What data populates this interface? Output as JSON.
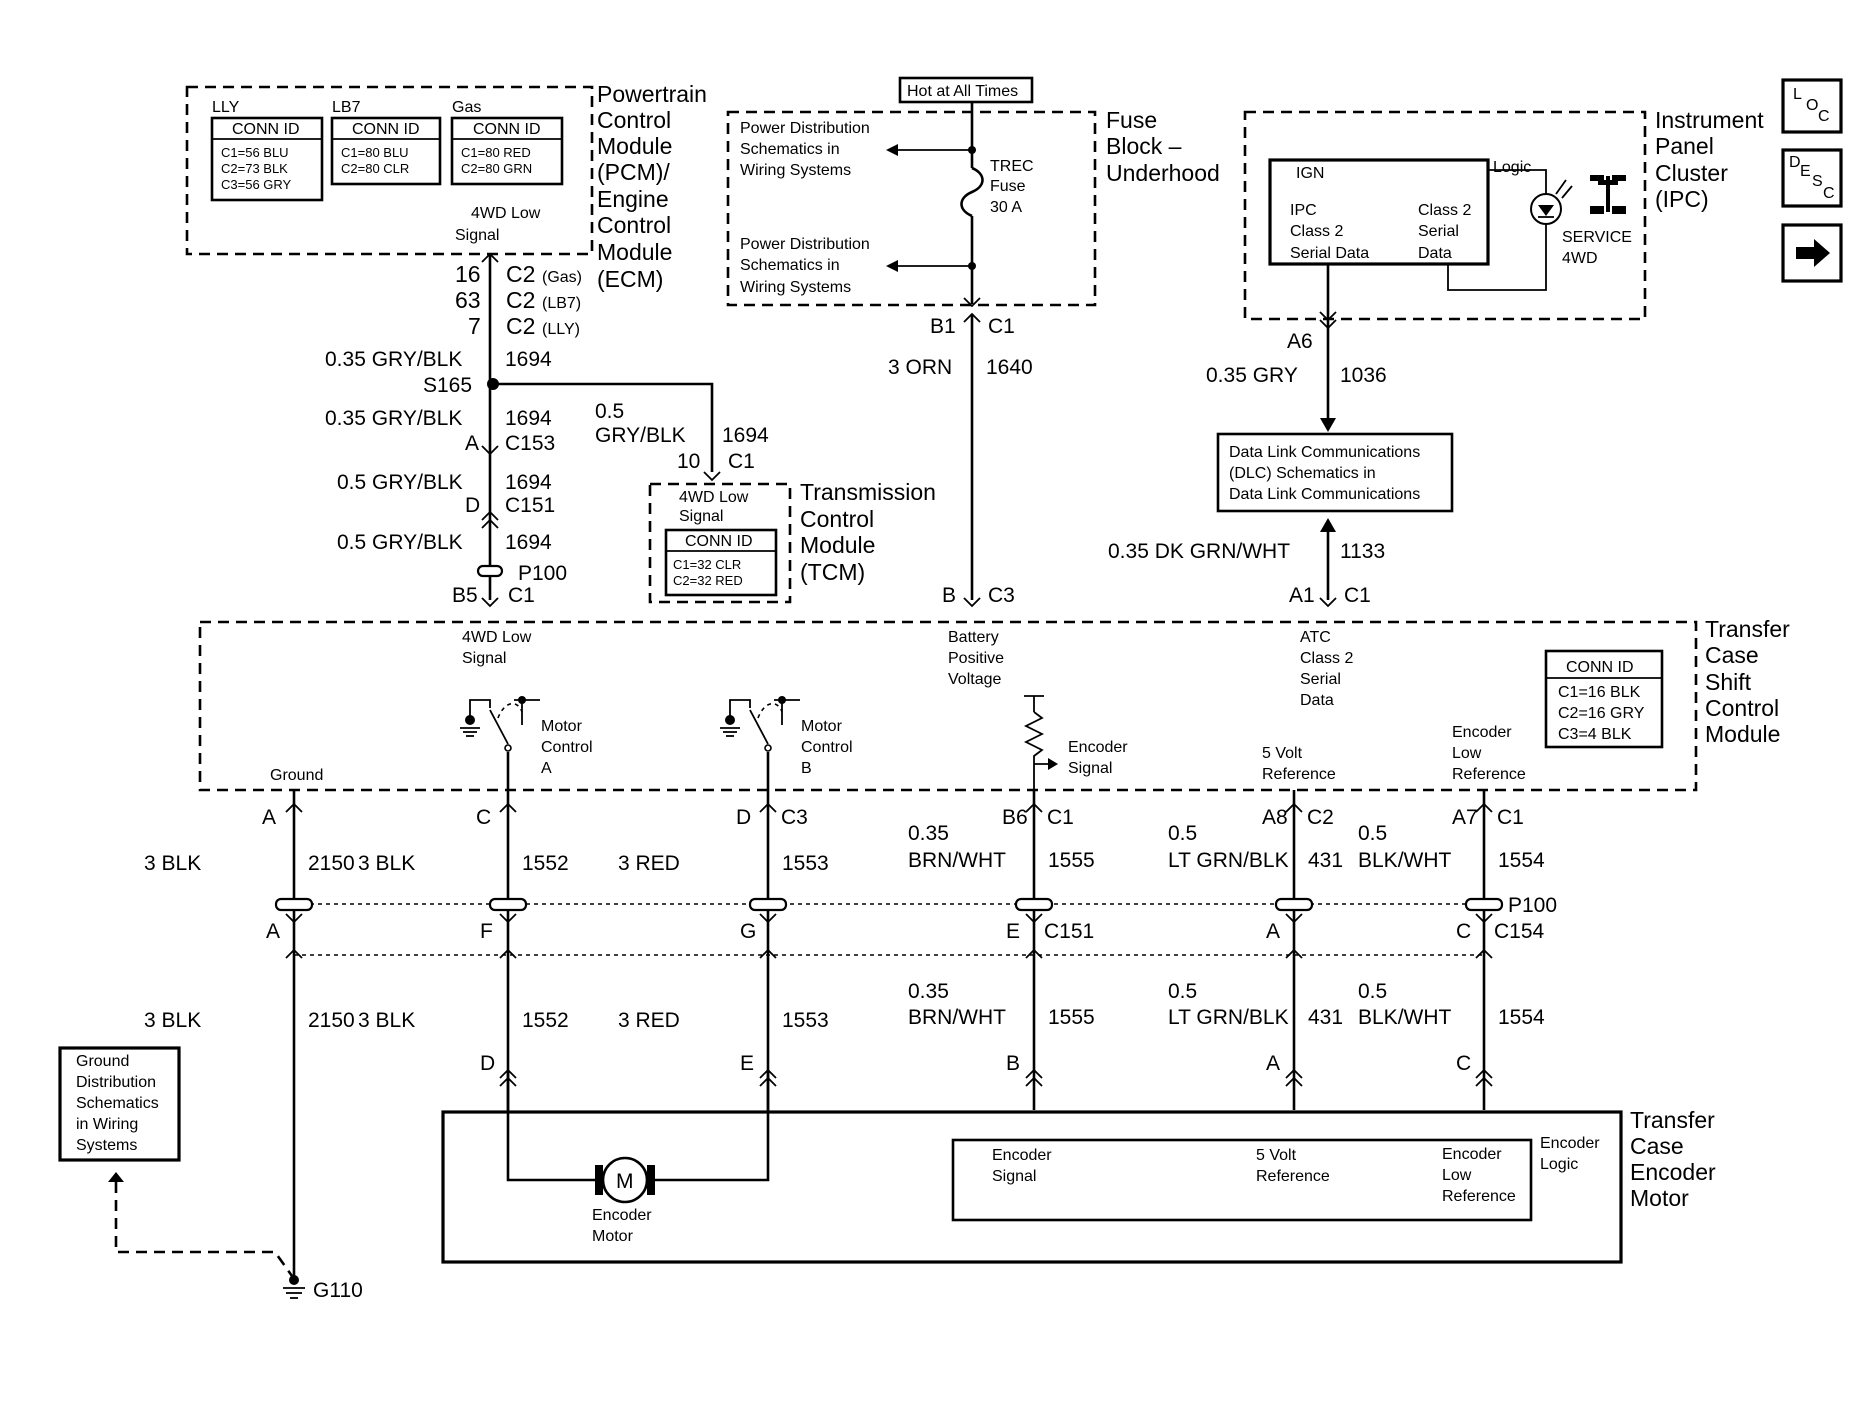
{
  "modules": {
    "pcm": {
      "title": [
        "Powertrain",
        "Control",
        "Module",
        "(PCM)/",
        "Engine",
        "Control",
        "Module",
        "(ECM)"
      ],
      "signal": [
        "4WD Low",
        "Signal"
      ],
      "variants": [
        {
          "name": "LLY",
          "header": "CONN ID",
          "lines": [
            "C1=56 BLU",
            "C2=73 BLK",
            "C3=56 GRY"
          ]
        },
        {
          "name": "LB7",
          "header": "CONN ID",
          "lines": [
            "C1=80 BLU",
            "C2=80 CLR"
          ]
        },
        {
          "name": "Gas",
          "header": "CONN ID",
          "lines": [
            "C1=80 RED",
            "C2=80 GRN"
          ]
        }
      ]
    },
    "fuse_block": {
      "title": [
        "Fuse",
        "Block –",
        "Underhood"
      ],
      "hot": "Hot at All Times",
      "ref_top": [
        "Power Distribution",
        "Schematics in",
        "Wiring Systems"
      ],
      "ref_bottom": [
        "Power Distribution",
        "Schematics in",
        "Wiring Systems"
      ],
      "fuse": [
        "TREC",
        "Fuse",
        "30 A"
      ]
    },
    "ipc": {
      "title": [
        "Instrument",
        "Panel",
        "Cluster",
        "(IPC)"
      ],
      "ign": "IGN",
      "logic": "Logic",
      "left": [
        "IPC",
        "Class 2",
        "Serial Data"
      ],
      "right": [
        "Class 2",
        "Serial",
        "Data"
      ],
      "lamp": [
        "SERVICE",
        "4WD"
      ]
    },
    "tcm": {
      "title": [
        "Transmission",
        "Control",
        "Module",
        "(TCM)"
      ],
      "signal": [
        "4WD Low",
        "Signal"
      ],
      "header": "CONN ID",
      "lines": [
        "C1=32 CLR",
        "C2=32 RED"
      ]
    },
    "dlc": {
      "lines": [
        "Data Link Communications",
        "(DLC) Schematics in",
        "Data Link Communications"
      ]
    },
    "tcscm": {
      "title": [
        "Transfer",
        "Case",
        "Shift",
        "Control",
        "Module"
      ],
      "header": "CONN ID",
      "lines": [
        "C1=16 BLK",
        "C2=16 GRY",
        "C3=4 BLK"
      ],
      "labels": {
        "signal": [
          "4WD Low",
          "Signal"
        ],
        "battery": [
          "Battery",
          "Positive",
          "Voltage"
        ],
        "atc": [
          "ATC",
          "Class 2",
          "Serial",
          "Data"
        ],
        "motor_a": [
          "Motor",
          "Control",
          "A"
        ],
        "motor_b": [
          "Motor",
          "Control",
          "B"
        ],
        "encoder": [
          "Encoder",
          "Signal"
        ],
        "ref5": [
          "5 Volt",
          "Reference"
        ],
        "lowref": [
          "Encoder",
          "Low",
          "Reference"
        ],
        "ground": "Ground"
      }
    },
    "encoder_motor": {
      "title": [
        "Transfer",
        "Case",
        "Encoder",
        "Motor"
      ],
      "motor_symbol": "M",
      "motor_label": [
        "Encoder",
        "Motor"
      ],
      "logic": [
        "Encoder",
        "Logic"
      ],
      "signal": [
        "Encoder",
        "Signal"
      ],
      "ref5": [
        "5 Volt",
        "Reference"
      ],
      "lowref": [
        "Encoder",
        "Low",
        "Reference"
      ]
    },
    "ground_ref": {
      "lines": [
        "Ground",
        "Distribution",
        "Schematics",
        "in Wiring",
        "Systems"
      ],
      "ground_id": "G110"
    }
  },
  "nav": {
    "loc": [
      "L",
      "O",
      "C"
    ],
    "desc": [
      "D",
      "E",
      "S",
      "C"
    ],
    "next_icon": "arrow-right-icon"
  },
  "pcm_circuit": {
    "pins": [
      {
        "pin": "16",
        "conn": "C2",
        "variant": "(Gas)"
      },
      {
        "pin": "63",
        "conn": "C2",
        "variant": "(LB7)"
      },
      {
        "pin": "7",
        "conn": "C2",
        "variant": "(LLY)"
      }
    ],
    "seg1": {
      "wire": "0.35 GRY/BLK",
      "circuit": "1694"
    },
    "splice": "S165",
    "seg2": {
      "wire": "0.35 GRY/BLK",
      "circuit": "1694"
    },
    "c153": {
      "pin": "A",
      "conn": "C153"
    },
    "seg3": {
      "wire": "0.5 GRY/BLK",
      "circuit": "1694"
    },
    "c151": {
      "pin": "D",
      "conn": "C151"
    },
    "seg4": {
      "wire": "0.5 GRY/BLK",
      "circuit": "1694"
    },
    "p100": "P100",
    "b5": {
      "pin": "B5",
      "conn": "C1"
    },
    "tcm_branch": {
      "wire1": "0.5",
      "wire2": "GRY/BLK",
      "circuit": "1694",
      "pin": "10",
      "conn": "C1"
    }
  },
  "fuse_circuit": {
    "b1": {
      "pin": "B1",
      "conn": "C1"
    },
    "wire": "3 ORN",
    "circuit": "1640",
    "b": {
      "pin": "B",
      "conn": "C3"
    }
  },
  "ipc_circuit": {
    "a6": "A6",
    "wire": "0.35 GRY",
    "circuit": "1036",
    "wire2": "0.35 DK GRN/WHT",
    "circuit2": "1133",
    "a1": {
      "pin": "A1",
      "conn": "C1"
    }
  },
  "lower_wires": [
    {
      "top_pin": "A",
      "top_conn": "",
      "wire": "3 BLK",
      "circuit": "2150",
      "mid_pin": "A",
      "mid_conn": "",
      "wire2": "3 BLK",
      "circuit2": "2150",
      "bot_pin": ""
    },
    {
      "top_pin": "C",
      "top_conn": "",
      "wire": "3 BLK",
      "circuit": "1552",
      "mid_pin": "F",
      "mid_conn": "",
      "wire2": "3 BLK",
      "circuit2": "1552",
      "bot_pin": "D"
    },
    {
      "top_pin": "D",
      "top_conn": "C3",
      "wire": "3 RED",
      "circuit": "1553",
      "mid_pin": "G",
      "mid_conn": "",
      "wire2": "3 RED",
      "circuit2": "1553",
      "bot_pin": "E"
    },
    {
      "top_pin": "B6",
      "top_conn": "C1",
      "gauge": "0.35",
      "wire": "BRN/WHT",
      "circuit": "1555",
      "mid_pin": "E",
      "mid_conn": "C151",
      "gauge2": "0.35",
      "wire2": "BRN/WHT",
      "circuit2": "1555",
      "bot_pin": "B"
    },
    {
      "top_pin": "A8",
      "top_conn": "C2",
      "gauge": "0.5",
      "wire": "LT GRN/BLK",
      "circuit": "431",
      "mid_pin": "A",
      "mid_conn": "",
      "gauge2": "0.5",
      "wire2": "LT GRN/BLK",
      "circuit2": "431",
      "bot_pin": "A"
    },
    {
      "top_pin": "A7",
      "top_conn": "C1",
      "gauge": "0.5",
      "wire": "BLK/WHT",
      "circuit": "1554",
      "mid_pin": "C",
      "mid_conn": "C154",
      "gauge2": "0.5",
      "wire2": "BLK/WHT",
      "circuit2": "1554",
      "bot_pin": "C"
    }
  ],
  "inline_connector": "P100"
}
